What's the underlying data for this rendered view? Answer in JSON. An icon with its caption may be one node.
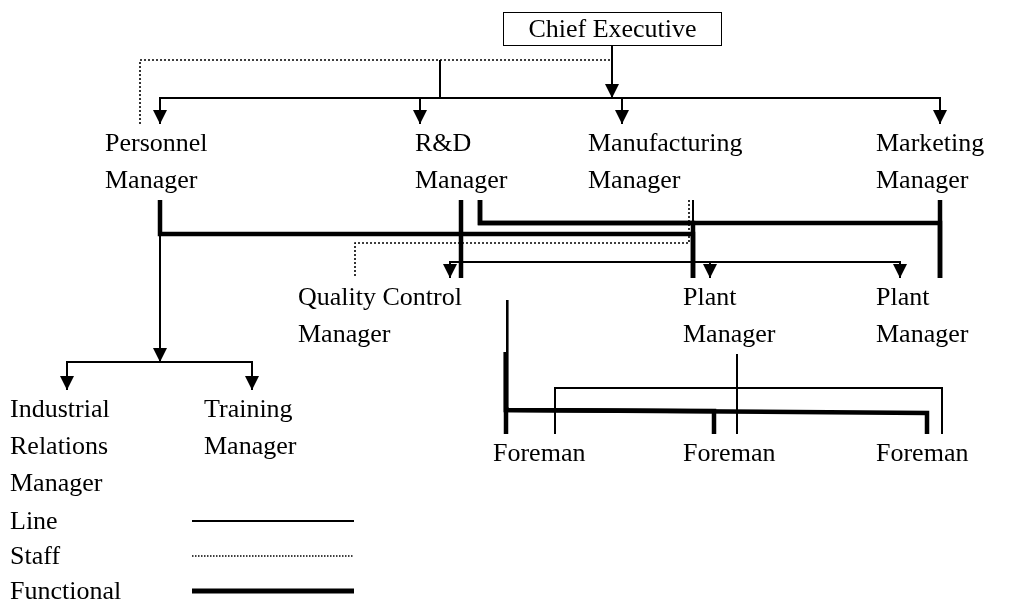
{
  "diagram": {
    "nodes": [
      {
        "text": [
          "Chief Executive"
        ]
      },
      {
        "text": [
          "Personnel Manager"
        ]
      },
      {
        "text": [
          "R&D Manager"
        ]
      },
      {
        "text": [
          "Manufacturing Manager"
        ]
      },
      {
        "text": [
          "Marketing Manager"
        ]
      },
      {
        "text": [
          "Quality Control Manager"
        ]
      },
      {
        "text": [
          "Plant Manager"
        ]
      },
      {
        "text": [
          "Plant Manager"
        ]
      },
      {
        "text": [
          "Industrial Relations Manager"
        ]
      },
      {
        "text": [
          "Training Manager"
        ]
      },
      {
        "text": [
          "Foreman"
        ]
      },
      {
        "text": [
          "Foreman"
        ]
      },
      {
        "text": [
          "Foreman"
        ]
      }
    ],
    "edges": [
      {
        "from": 0,
        "to": 1,
        "arrow": "to"
      },
      {
        "from": 0,
        "to": 2,
        "arrow": "to"
      },
      {
        "from": 0,
        "to": 3,
        "arrow": "to"
      },
      {
        "from": 0,
        "to": 4,
        "arrow": "to"
      },
      {
        "from": 0,
        "to": 1,
        "arrow": "none",
        "style": "dashed"
      },
      {
        "from": 3,
        "to": 5,
        "arrow": "to"
      },
      {
        "from": 3,
        "to": 6,
        "arrow": "to"
      },
      {
        "from": 3,
        "to": 7,
        "arrow": "to"
      },
      {
        "from": 3,
        "to": 5,
        "arrow": "none",
        "style": "dashed"
      },
      {
        "from": 1,
        "to": 8,
        "arrow": "to"
      },
      {
        "from": 1,
        "to": 9,
        "arrow": "to"
      },
      {
        "from": 1,
        "to": 6,
        "arrow": "none",
        "style": "thick"
      },
      {
        "from": 2,
        "to": 5,
        "arrow": "none",
        "style": "thick"
      },
      {
        "from": 2,
        "to": 6,
        "arrow": "none",
        "style": "thick"
      },
      {
        "from": 2,
        "to": 7,
        "arrow": "none",
        "style": "thick"
      },
      {
        "from": 4,
        "to": 7,
        "arrow": "none",
        "style": "thick"
      },
      {
        "from": 5,
        "to": 10,
        "arrow": "none",
        "style": "thick"
      },
      {
        "from": 5,
        "to": 11,
        "arrow": "none",
        "style": "thick"
      },
      {
        "from": 5,
        "to": 12,
        "arrow": "none",
        "style": "thick"
      },
      {
        "from": 6,
        "to": 10,
        "arrow": "none"
      },
      {
        "from": 6,
        "to": 11,
        "arrow": "none"
      },
      {
        "from": 6,
        "to": 12,
        "arrow": "none"
      }
    ],
    "legend": [
      {
        "text": "Line"
      },
      {
        "text": "Staff"
      },
      {
        "text": "Functional"
      }
    ]
  }
}
